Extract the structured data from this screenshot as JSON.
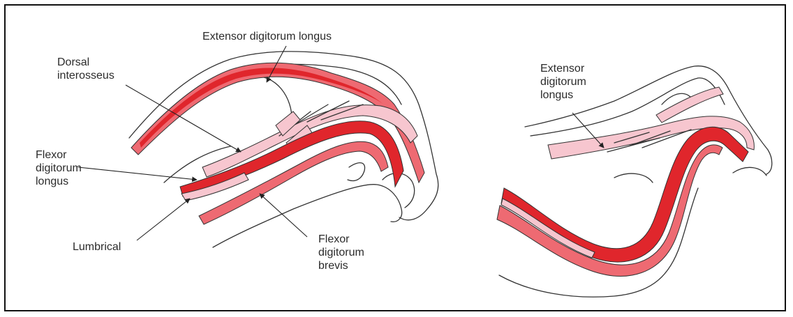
{
  "labels": {
    "edl_left": "Extensor digitorum longus",
    "dorsal_line1": "Dorsal",
    "dorsal_line2": "interosseus",
    "fdl_line1": "Flexor",
    "fdl_line2": "digitorum",
    "fdl_line3": "longus",
    "lumbrical": "Lumbrical",
    "fdb_line1": "Flexor",
    "fdb_line2": "digitorum",
    "fdb_line3": "brevis",
    "edl_right_line1": "Extensor",
    "edl_right_line2": "digitorum",
    "edl_right_line3": "longus"
  },
  "colors": {
    "dark_red": "#e0262c",
    "medium_red": "#ee6a72",
    "light_pink": "#f7c6cf",
    "outline": "#333333",
    "frame": "#111111"
  }
}
